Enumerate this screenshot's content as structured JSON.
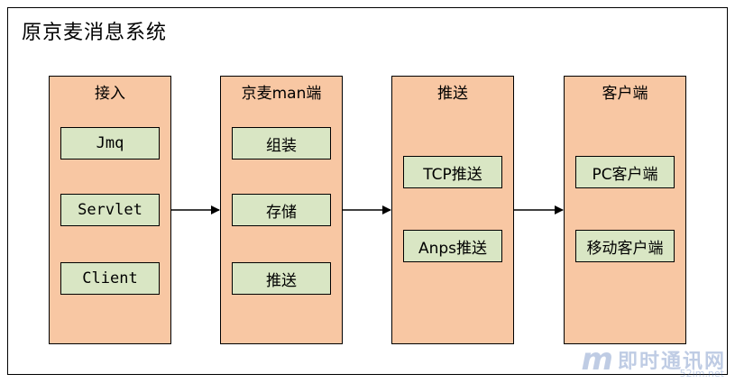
{
  "title": "原京麦消息系统",
  "columns": [
    {
      "header": "接入",
      "items": [
        "Jmq",
        "Servlet",
        "Client"
      ]
    },
    {
      "header": "京麦man端",
      "items": [
        "组装",
        "存储",
        "推送"
      ]
    },
    {
      "header": "推送",
      "items": [
        "TCP推送",
        "Anps推送"
      ]
    },
    {
      "header": "客户端",
      "items": [
        "PC客户端",
        "移动客户端"
      ]
    }
  ],
  "watermark": {
    "logo": "m",
    "name": "即时通讯网",
    "url": "52im.net"
  },
  "colors": {
    "column_fill": "#f8c7a3",
    "item_fill": "#d9e6c4",
    "border": "#000000"
  }
}
